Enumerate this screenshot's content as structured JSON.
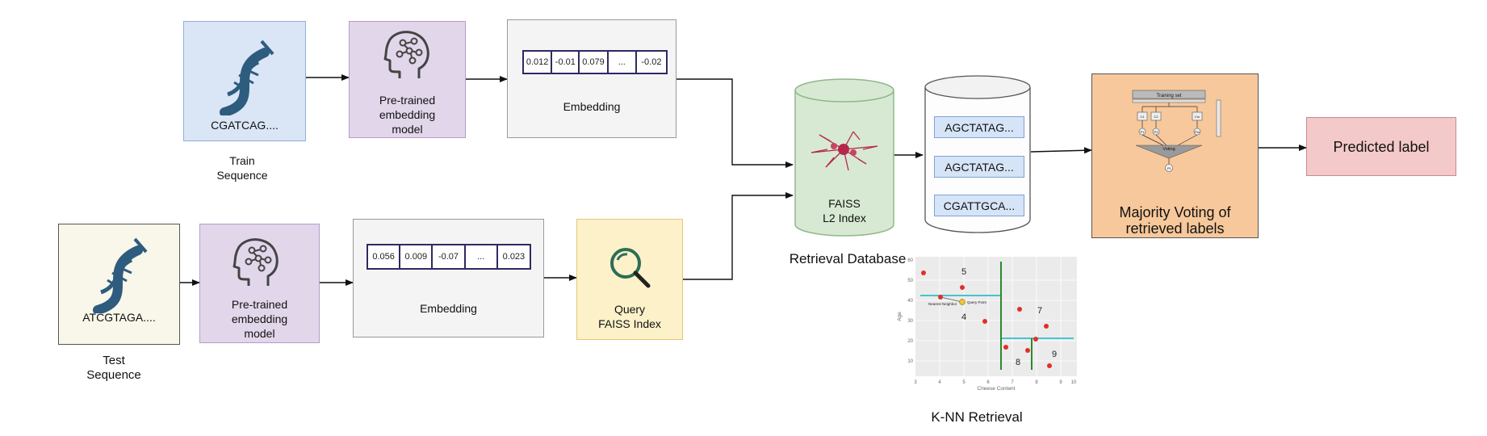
{
  "train": {
    "sequence": "CGATCAG....",
    "caption": "Train\nSequence",
    "model_label": "Pre-trained\nembedding\nmodel",
    "embedding_label": "Embedding",
    "values": [
      "0.012",
      "-0.01",
      "0.079",
      "...",
      "-0.02"
    ]
  },
  "test": {
    "sequence": "ATCGTAGA....",
    "caption": "Test\nSequence",
    "model_label": "Pre-trained\nembedding\nmodel",
    "embedding_label": "Embedding",
    "values": [
      "0.056",
      "0.009",
      "-0.07",
      "...",
      "0.023"
    ]
  },
  "query": {
    "label": "Query\nFAISS Index"
  },
  "faiss": {
    "label": "FAISS\nL2 Index"
  },
  "retrieval_db": {
    "caption": "Retrieval Database",
    "items": [
      "AGCTATAG...",
      "AGCTATAG...",
      "CGATTGCA..."
    ]
  },
  "voting": {
    "label": "Majority Voting of\nretrieved labels",
    "training_set": "Training set",
    "classifiers": [
      "C1",
      "C2",
      "Cm"
    ],
    "predictions": [
      "P1",
      "P2",
      "Pm"
    ],
    "voting": "Voting",
    "final": "Pf"
  },
  "output": {
    "label": "Predicted label"
  },
  "knn": {
    "caption": "K-NN Retrieval",
    "ylabel": "Age",
    "xlabel": "Cheese Content",
    "region_labels": [
      "5",
      "4",
      "7",
      "8",
      "9"
    ],
    "nearest_label": "Nearest\nNeighbor",
    "query_label": "Query\nPoint",
    "xticks": [
      "3",
      "4",
      "5",
      "6",
      "7",
      "8",
      "9",
      "10"
    ],
    "yticks": [
      "10",
      "20",
      "30",
      "40",
      "50",
      "60"
    ]
  },
  "colors": {
    "seq_train_bg": "#dae6f6",
    "seq_test_bg": "#f8f7e9",
    "model_bg": "#e2d7ea",
    "embed_bg": "#f4f4f4",
    "query_bg": "#fcf1c9",
    "faiss_bg": "#d7e9d3",
    "voting_bg": "#f7c89b",
    "output_bg": "#f4c9ca",
    "dna": "#2e5c7e"
  },
  "icons": [
    "dna-icon",
    "brain-icon",
    "search-icon",
    "faiss-network-icon"
  ]
}
